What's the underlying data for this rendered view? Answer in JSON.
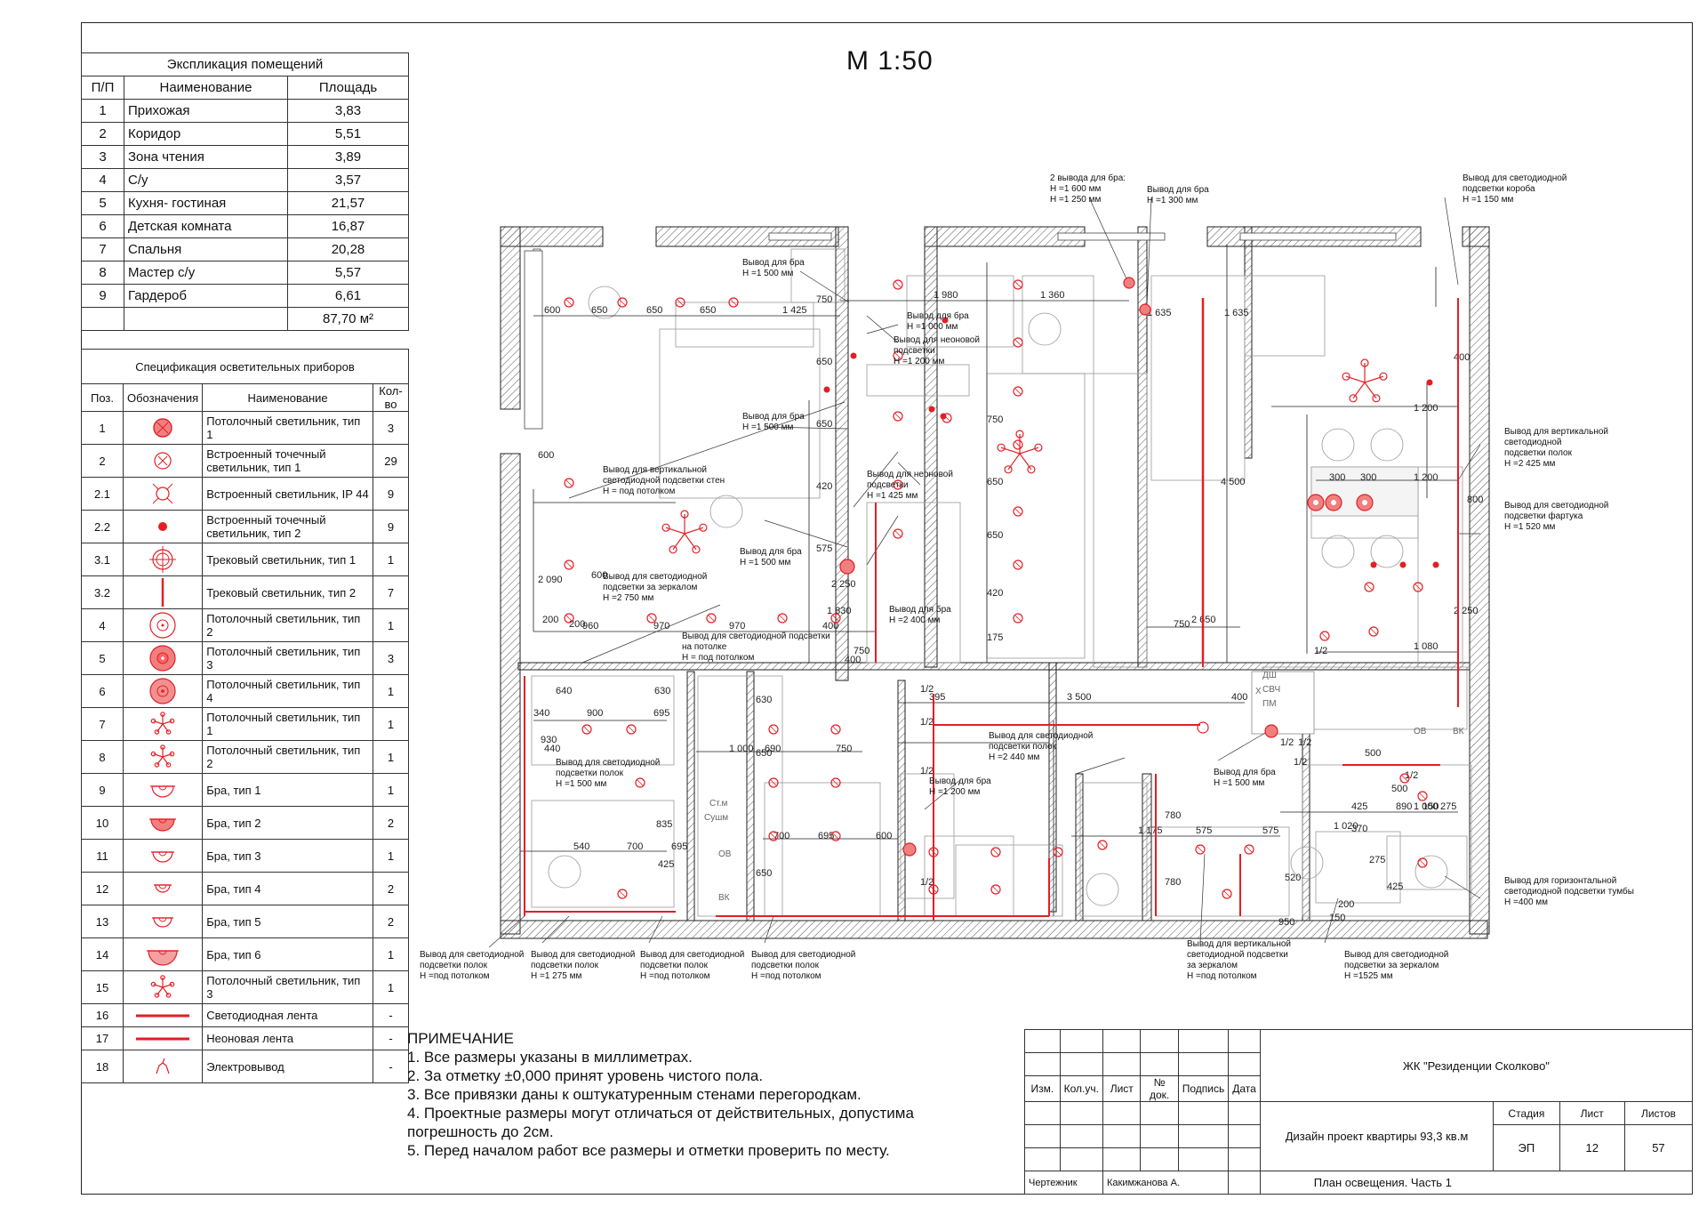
{
  "scale": "М 1:50",
  "explication": {
    "title": "Экспликация помещений",
    "headers": [
      "П/П",
      "Наименование",
      "Площадь"
    ],
    "rows": [
      [
        "1",
        "Прихожая",
        "3,83"
      ],
      [
        "2",
        "Коридор",
        "5,51"
      ],
      [
        "3",
        "Зона чтения",
        "3,89"
      ],
      [
        "4",
        "С/у",
        "3,57"
      ],
      [
        "5",
        "Кухня- гостиная",
        "21,57"
      ],
      [
        "6",
        "Детская комната",
        "16,87"
      ],
      [
        "7",
        "Спальня",
        "20,28"
      ],
      [
        "8",
        "Мастер с/у",
        "5,57"
      ],
      [
        "9",
        "Гардероб",
        "6,61"
      ]
    ],
    "total": "87,70 м²"
  },
  "spec": {
    "title": "Спецификация осветительных приборов",
    "headers": [
      "Поз.",
      "Обозначения",
      "Наименование",
      "Кол-во"
    ],
    "rows": [
      {
        "pos": "1",
        "icon": "ceiling-light-type1-icon",
        "name": "Потолочный светильник, тип 1",
        "qty": "3"
      },
      {
        "pos": "2",
        "icon": "recessed-spot-type1-icon",
        "name": "Встроенный точечный светильник, тип 1",
        "qty": "29"
      },
      {
        "pos": "2.1",
        "icon": "recessed-ip44-icon",
        "name": "Встроенный светильник, IP 44",
        "qty": "9"
      },
      {
        "pos": "2.2",
        "icon": "recessed-spot-type2-icon",
        "name": "Встроенный точечный светильник, тип 2",
        "qty": "9"
      },
      {
        "pos": "3.1",
        "icon": "track-light-type1-icon",
        "name": "Трековый светильник, тип 1",
        "qty": "1"
      },
      {
        "pos": "3.2",
        "icon": "track-light-type2-icon",
        "name": "Трековый светильник, тип 2",
        "qty": "7"
      },
      {
        "pos": "4",
        "icon": "ceiling-light-type2-icon",
        "name": "Потолочный светильник, тип 2",
        "qty": "1"
      },
      {
        "pos": "5",
        "icon": "ceiling-light-type3-icon",
        "name": "Потолочный светильник, тип 3",
        "qty": "3"
      },
      {
        "pos": "6",
        "icon": "ceiling-light-type4-icon",
        "name": "Потолочный светильник, тип 4",
        "qty": "1"
      },
      {
        "pos": "7",
        "icon": "chandelier-type1-icon",
        "name": "Потолочный светильник, тип 1",
        "qty": "1"
      },
      {
        "pos": "8",
        "icon": "chandelier-type2-icon",
        "name": "Потолочный светильник, тип 2",
        "qty": "1"
      },
      {
        "pos": "9",
        "icon": "sconce-type1-icon",
        "name": "Бра, тип 1",
        "qty": "1"
      },
      {
        "pos": "10",
        "icon": "sconce-type2-icon",
        "name": "Бра, тип 2",
        "qty": "2"
      },
      {
        "pos": "11",
        "icon": "sconce-type3-icon",
        "name": "Бра, тип 3",
        "qty": "1"
      },
      {
        "pos": "12",
        "icon": "sconce-type4-icon",
        "name": "Бра, тип 4",
        "qty": "2"
      },
      {
        "pos": "13",
        "icon": "sconce-type5-icon",
        "name": "Бра, тип 5",
        "qty": "2"
      },
      {
        "pos": "14",
        "icon": "sconce-type6-icon",
        "name": "Бра, тип 6",
        "qty": "1"
      },
      {
        "pos": "15",
        "icon": "chandelier-type3-icon",
        "name": "Потолочный светильник, тип 3",
        "qty": "1"
      },
      {
        "pos": "16",
        "icon": "led-strip-icon",
        "name": "Светодиодная лента",
        "qty": "-"
      },
      {
        "pos": "17",
        "icon": "neon-strip-icon",
        "name": "Неоновая лента",
        "qty": "-"
      },
      {
        "pos": "18",
        "icon": "electrical-outlet-icon",
        "name": "Электровывод",
        "qty": "-"
      }
    ]
  },
  "notes": {
    "title": "ПРИМЕЧАНИЕ",
    "items": [
      "1. Все размеры указаны в миллиметрах.",
      "2. За отметку ±0,000 принят уровень чистого пола.",
      "3. Все привязки даны к оштукатуренным стенами перегородкам.",
      "4. Проектные размеры могут отличаться от действительных, допустима погрешность до 2см.",
      "5. Перед началом работ все размеры и отметки проверить по месту."
    ]
  },
  "stamp": {
    "columns": [
      "Изм.",
      "Кол.уч.",
      "Лист",
      "№ док.",
      "Подпись",
      "Дата"
    ],
    "project": "ЖК \"Резиденции Сколково\"",
    "description": "Дизайн проект квартиры 93,3 кв.м",
    "stage_label": "Стадия",
    "sheet_label": "Лист",
    "sheets_label": "Листов",
    "stage": "ЭП",
    "sheet": "12",
    "sheets": "57",
    "role": "Чертежник",
    "author": "Какимжанова А.",
    "drawing": "План освещения. Часть 1"
  },
  "colors": {
    "red": "#e31e24",
    "ink": "#222222",
    "wall_hatch": "#555555",
    "furniture": "#dddddd"
  },
  "plan_labels": [
    {
      "id": "l1",
      "text": [
        "2 вывода для бра:",
        "Н =1 600 мм",
        "Н =1 250 мм"
      ]
    },
    {
      "id": "l2",
      "text": [
        "Вывод для бра",
        "Н =1 300 мм"
      ]
    },
    {
      "id": "l3",
      "text": [
        "Вывод для светодиодной",
        "подсветки короба",
        "Н =1 150 мм"
      ]
    },
    {
      "id": "l4",
      "text": [
        "Вывод для бра",
        "Н =1 500 мм"
      ]
    },
    {
      "id": "l5",
      "text": [
        "Вывод для бра",
        "Н =1 000 мм"
      ]
    },
    {
      "id": "l6",
      "text": [
        "Вывод для неоновой",
        "подсветки",
        "Н =1 200 мм"
      ]
    },
    {
      "id": "l7",
      "text": [
        "Вывод для бра",
        "Н =1 500 мм"
      ]
    },
    {
      "id": "l8",
      "text": [
        "Вывод для вертикальной",
        "светодиодной подсветки стен",
        "Н = под потолком"
      ]
    },
    {
      "id": "l9",
      "text": [
        "Вывод для неоновой",
        "подсветки",
        "Н =1 425 мм"
      ]
    },
    {
      "id": "l10",
      "text": [
        "Вывод для бра",
        "Н =1 500 мм"
      ]
    },
    {
      "id": "l11",
      "text": [
        "Вывод для светодиодной",
        "подсветки за зеркалом",
        "Н =2 750 мм"
      ]
    },
    {
      "id": "l12",
      "text": [
        "Вывод для бра",
        "Н =2 400 мм"
      ]
    },
    {
      "id": "l13",
      "text": [
        "Вывод для светодиодной подсветки",
        "на потолке",
        "Н = под потолком"
      ]
    },
    {
      "id": "l14",
      "text": [
        "Вывод для вертикальной",
        "светодиодной",
        "подсветки полок",
        "Н =2 425 мм"
      ]
    },
    {
      "id": "l15",
      "text": [
        "Вывод для светодиодной",
        "подсветки фартука",
        "Н =1 520 мм"
      ]
    },
    {
      "id": "l16",
      "text": [
        "Вывод для светодиодной",
        "подсветки полок",
        "Н =1 500 мм"
      ]
    },
    {
      "id": "l17",
      "text": [
        "Вывод для светодиодной",
        "подсветки полок",
        "Н =2 440 мм"
      ]
    },
    {
      "id": "l18",
      "text": [
        "Вывод для бра",
        "Н =1 200 мм"
      ]
    },
    {
      "id": "l19",
      "text": [
        "Вывод для бра",
        "Н =1 500 мм"
      ]
    },
    {
      "id": "l20",
      "text": [
        "Вывод для горизонтальной",
        "светодиодной подсветки тумбы",
        "Н =400 мм"
      ]
    },
    {
      "id": "l21",
      "text": [
        "Вывод для светодиодной",
        "подсветки полок",
        "Н =под потолком"
      ]
    },
    {
      "id": "l22",
      "text": [
        "Вывод для светодиодной",
        "подсветки полок",
        "Н =1 275 мм"
      ]
    },
    {
      "id": "l23",
      "text": [
        "Вывод для светодиодной",
        "подсветки полок",
        "Н =под потолком"
      ]
    },
    {
      "id": "l24",
      "text": [
        "Вывод для светодиодной",
        "подсветки полок",
        "Н =под потолком"
      ]
    },
    {
      "id": "l25",
      "text": [
        "Вывод для вертикальной",
        "светодиодной подсветки",
        "за зеркалом",
        "Н =под потолком"
      ]
    },
    {
      "id": "l26",
      "text": [
        "Вывод для светодиодной",
        "подсветки за зеркалом",
        "Н =1525 мм"
      ]
    }
  ],
  "room_marks": [
    "Ст.м",
    "Сушм",
    "ДШ",
    "СВЧ",
    "ПМ",
    "ОВ",
    "ВК",
    "ОВ",
    "ВК",
    "Х"
  ],
  "dimensions": [
    "600",
    "650",
    "650",
    "650",
    "1 425",
    "1 980",
    "1 360",
    "600",
    "960",
    "970",
    "970",
    "400",
    "395",
    "3 500",
    "400",
    "340",
    "900",
    "695",
    "1 000",
    "690",
    "750",
    "700",
    "695",
    "600",
    "1 175",
    "575",
    "575",
    "540",
    "700",
    "695",
    "425",
    "1 000",
    "275",
    "4 500",
    "2 650",
    "1 635",
    "1 635",
    "400",
    "1 200",
    "300",
    "300",
    "1 200",
    "1 080",
    "750",
    "800",
    "2 250",
    "2 090",
    "630",
    "650",
    "650",
    "950",
    "520",
    "150",
    "200",
    "200",
    "600",
    "2 250",
    "1 830",
    "575",
    "420",
    "650",
    "650",
    "750",
    "750",
    "650",
    "650",
    "420",
    "175",
    "400",
    "750",
    "780",
    "780",
    "1/2",
    "1/2",
    "1/2",
    "1/2",
    "1/2",
    "1/2",
    "1/2",
    "1/2",
    "1/2",
    "890",
    "500",
    "500",
    "1 020",
    "370",
    "425",
    "150",
    "275",
    "200",
    "640",
    "930",
    "440",
    "630",
    "835",
    "425"
  ]
}
